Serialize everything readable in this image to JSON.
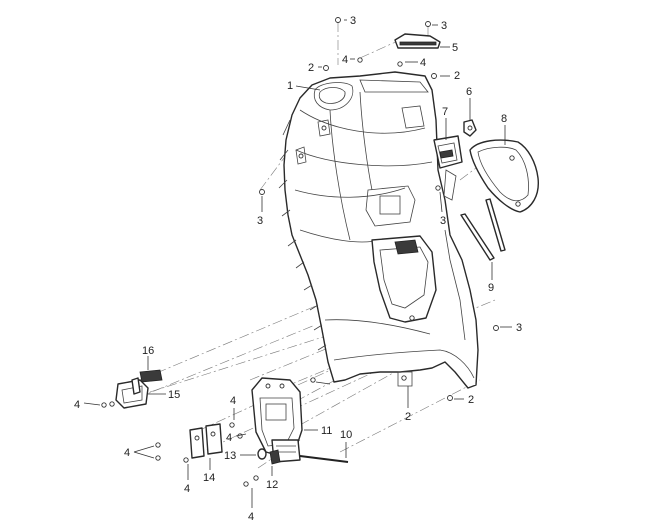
{
  "callouts": [
    {
      "id": "c1",
      "text": "1"
    },
    {
      "id": "c2a",
      "text": "2"
    },
    {
      "id": "c2b",
      "text": "2"
    },
    {
      "id": "c2c",
      "text": "2"
    },
    {
      "id": "c2d",
      "text": "2"
    },
    {
      "id": "c3a",
      "text": "3"
    },
    {
      "id": "c3b",
      "text": "3"
    },
    {
      "id": "c3c",
      "text": "3"
    },
    {
      "id": "c3d",
      "text": "3"
    },
    {
      "id": "c3e",
      "text": "3"
    },
    {
      "id": "c4a",
      "text": "4"
    },
    {
      "id": "c4b",
      "text": "4"
    },
    {
      "id": "c4c",
      "text": "4"
    },
    {
      "id": "c4d",
      "text": "4"
    },
    {
      "id": "c4e",
      "text": "4"
    },
    {
      "id": "c4f",
      "text": "4"
    },
    {
      "id": "c4g",
      "text": "4"
    },
    {
      "id": "c4h",
      "text": "4"
    },
    {
      "id": "c5",
      "text": "5"
    },
    {
      "id": "c6",
      "text": "6"
    },
    {
      "id": "c7",
      "text": "7"
    },
    {
      "id": "c8",
      "text": "8"
    },
    {
      "id": "c9",
      "text": "9"
    },
    {
      "id": "c10",
      "text": "10"
    },
    {
      "id": "c11",
      "text": "11"
    },
    {
      "id": "c12",
      "text": "12"
    },
    {
      "id": "c13",
      "text": "13"
    },
    {
      "id": "c14",
      "text": "14"
    },
    {
      "id": "c15",
      "text": "15"
    },
    {
      "id": "c16",
      "text": "16"
    }
  ]
}
